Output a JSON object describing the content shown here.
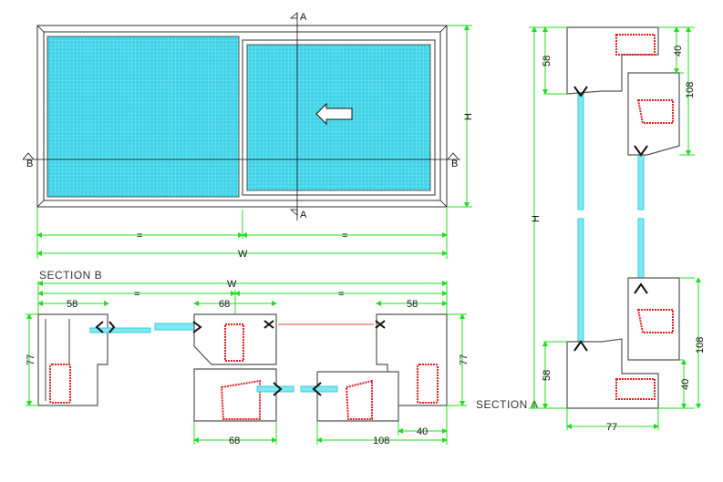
{
  "elevation": {
    "section_marker_a": "A",
    "section_marker_b": "B",
    "height_label": "H",
    "width_label": "W",
    "equal_label": "="
  },
  "section_b": {
    "title": "SECTION B",
    "width_label": "W",
    "equal_label": "=",
    "dims": {
      "frame_left": "58",
      "interlock": "68",
      "frame_right": "58",
      "height_left": "77",
      "height_right": "77",
      "sash_bottom": "68",
      "sash_right": "108",
      "offset": "40"
    }
  },
  "section_a": {
    "title": "SECTION A",
    "height_label": "H",
    "dims": {
      "top_frame": "58",
      "top_offset": "40",
      "top_sash": "108",
      "bottom_sash": "108",
      "bottom_frame": "58",
      "bottom_offset": "40",
      "depth": "77"
    }
  },
  "colors": {
    "glass": "#7fe8f2",
    "dimension": "#22dd22",
    "reinforcement": "#e42222"
  }
}
